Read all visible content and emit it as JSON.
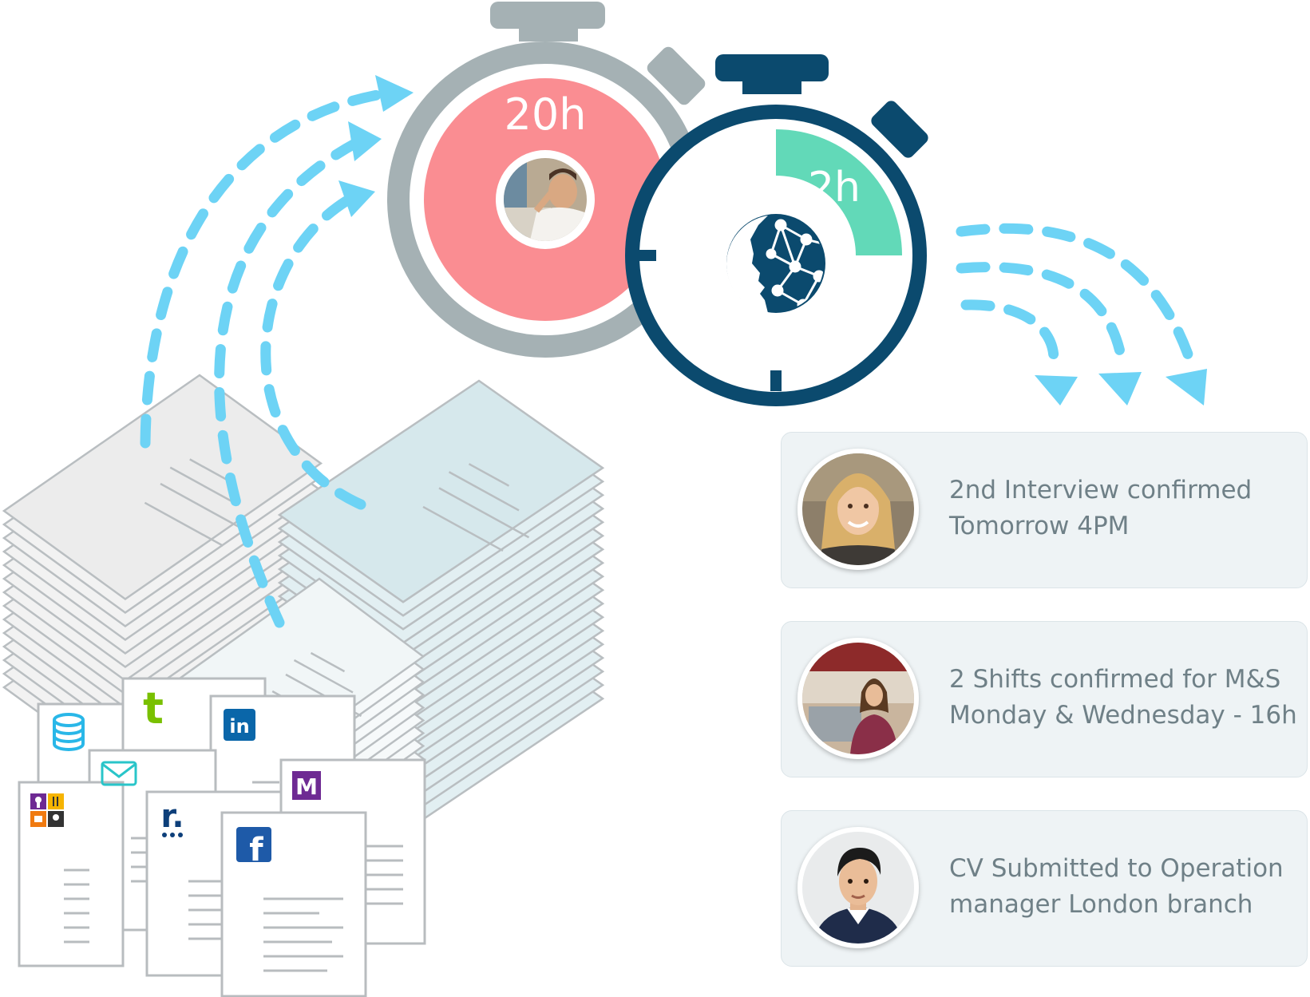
{
  "timers": {
    "manual": {
      "label": "20h",
      "color": "#fa8d92",
      "frame_color": "#a5b1b4"
    },
    "ai": {
      "label": "2h",
      "color": "#62d9b8",
      "frame_color": "#0b4a6e"
    }
  },
  "cards": [
    {
      "line1": "2nd Interview confirmed",
      "line2": "Tomorrow 4PM"
    },
    {
      "line1": "2 Shifts confirmed for M&S",
      "line2": "Monday & Wednesday - 16h"
    },
    {
      "line1": "CV Submitted to Operation",
      "line2": "manager London branch"
    }
  ],
  "sources": {
    "twitter_letter": "t",
    "linkedin_letters": "in",
    "monster_letter": "M",
    "reed_letter": "r.",
    "facebook_letter": "f"
  },
  "colors": {
    "arrow": "#6dd3f5",
    "card_bg": "#eef3f5",
    "card_text": "#6f8087"
  },
  "icons": [
    "database-icon",
    "twitter-icon",
    "linkedin-icon",
    "email-icon",
    "monster-icon",
    "reed-icon",
    "facebook-icon",
    "jobsite-grid-icon",
    "ai-brain-icon",
    "stopwatch-icon"
  ]
}
